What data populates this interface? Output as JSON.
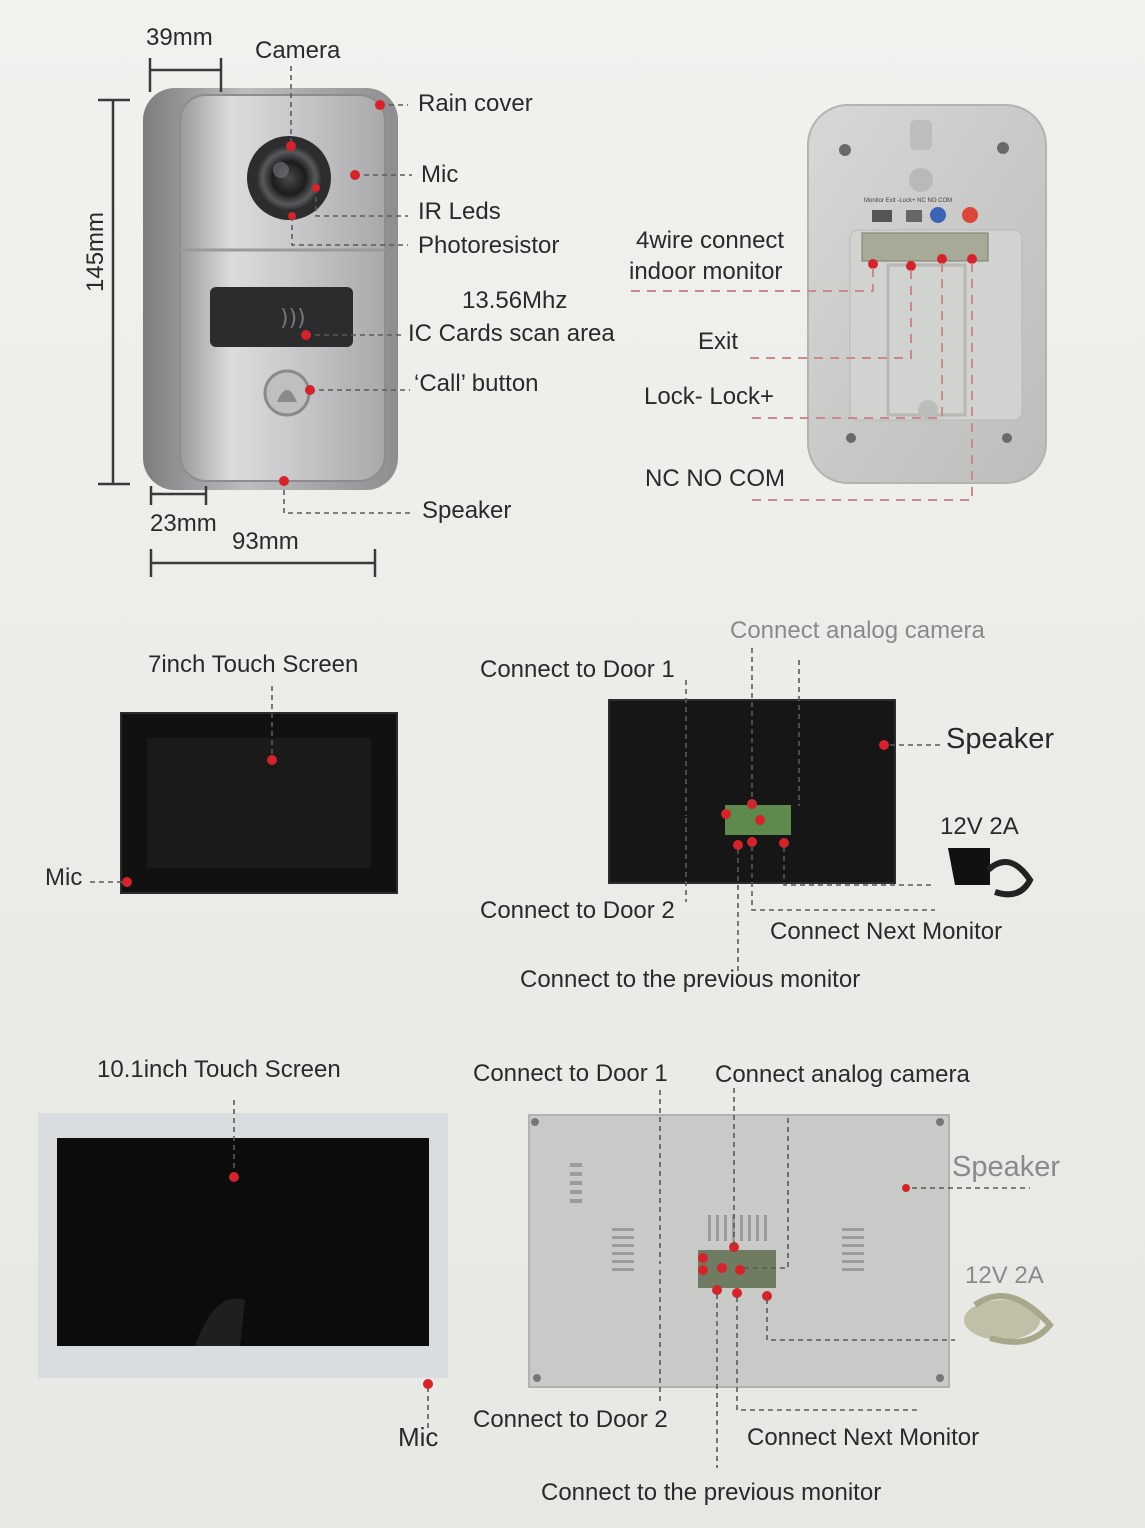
{
  "doorbell": {
    "dim_top": "39mm",
    "dim_height": "145mm",
    "dim_bottom_left": "23mm",
    "dim_width": "93mm",
    "labels": {
      "camera": "Camera",
      "rain_cover": "Rain cover",
      "mic": "Mic",
      "ir_leds": "IR Leds",
      "photoresistor": "Photoresistor",
      "freq": "13.56Mhz",
      "ic_area": "IC Cards scan area",
      "call_button": "‘Call’ button",
      "speaker": "Speaker"
    }
  },
  "backplate": {
    "wire": "4wire connect",
    "monitor": "indoor monitor",
    "exit": "Exit",
    "lock": "Lock-  Lock+",
    "nc": "NC NO COM",
    "terminal_text": "Monitor  Exit  -Lock+  NC NO COM"
  },
  "monitor7": {
    "screen": "7inch Touch Screen",
    "mic": "Mic",
    "door1": "Connect to Door 1",
    "analog": "Connect analog camera",
    "speaker": "Speaker",
    "power": "12V 2A",
    "door2": "Connect to Door 2",
    "next": "Connect Next Monitor",
    "previous": "Connect to the previous monitor"
  },
  "monitor10": {
    "screen": "10.1inch Touch Screen",
    "mic": "Mic",
    "door1": "Connect to Door 1",
    "analog": "Connect analog camera",
    "speaker": "Speaker",
    "power": "12V 2A",
    "door2": "Connect to Door 2",
    "next": "Connect Next Monitor",
    "previous": "Connect to the previous monitor"
  },
  "colors": {
    "marker": "#d4232a",
    "leader": "#5a5a5a"
  }
}
